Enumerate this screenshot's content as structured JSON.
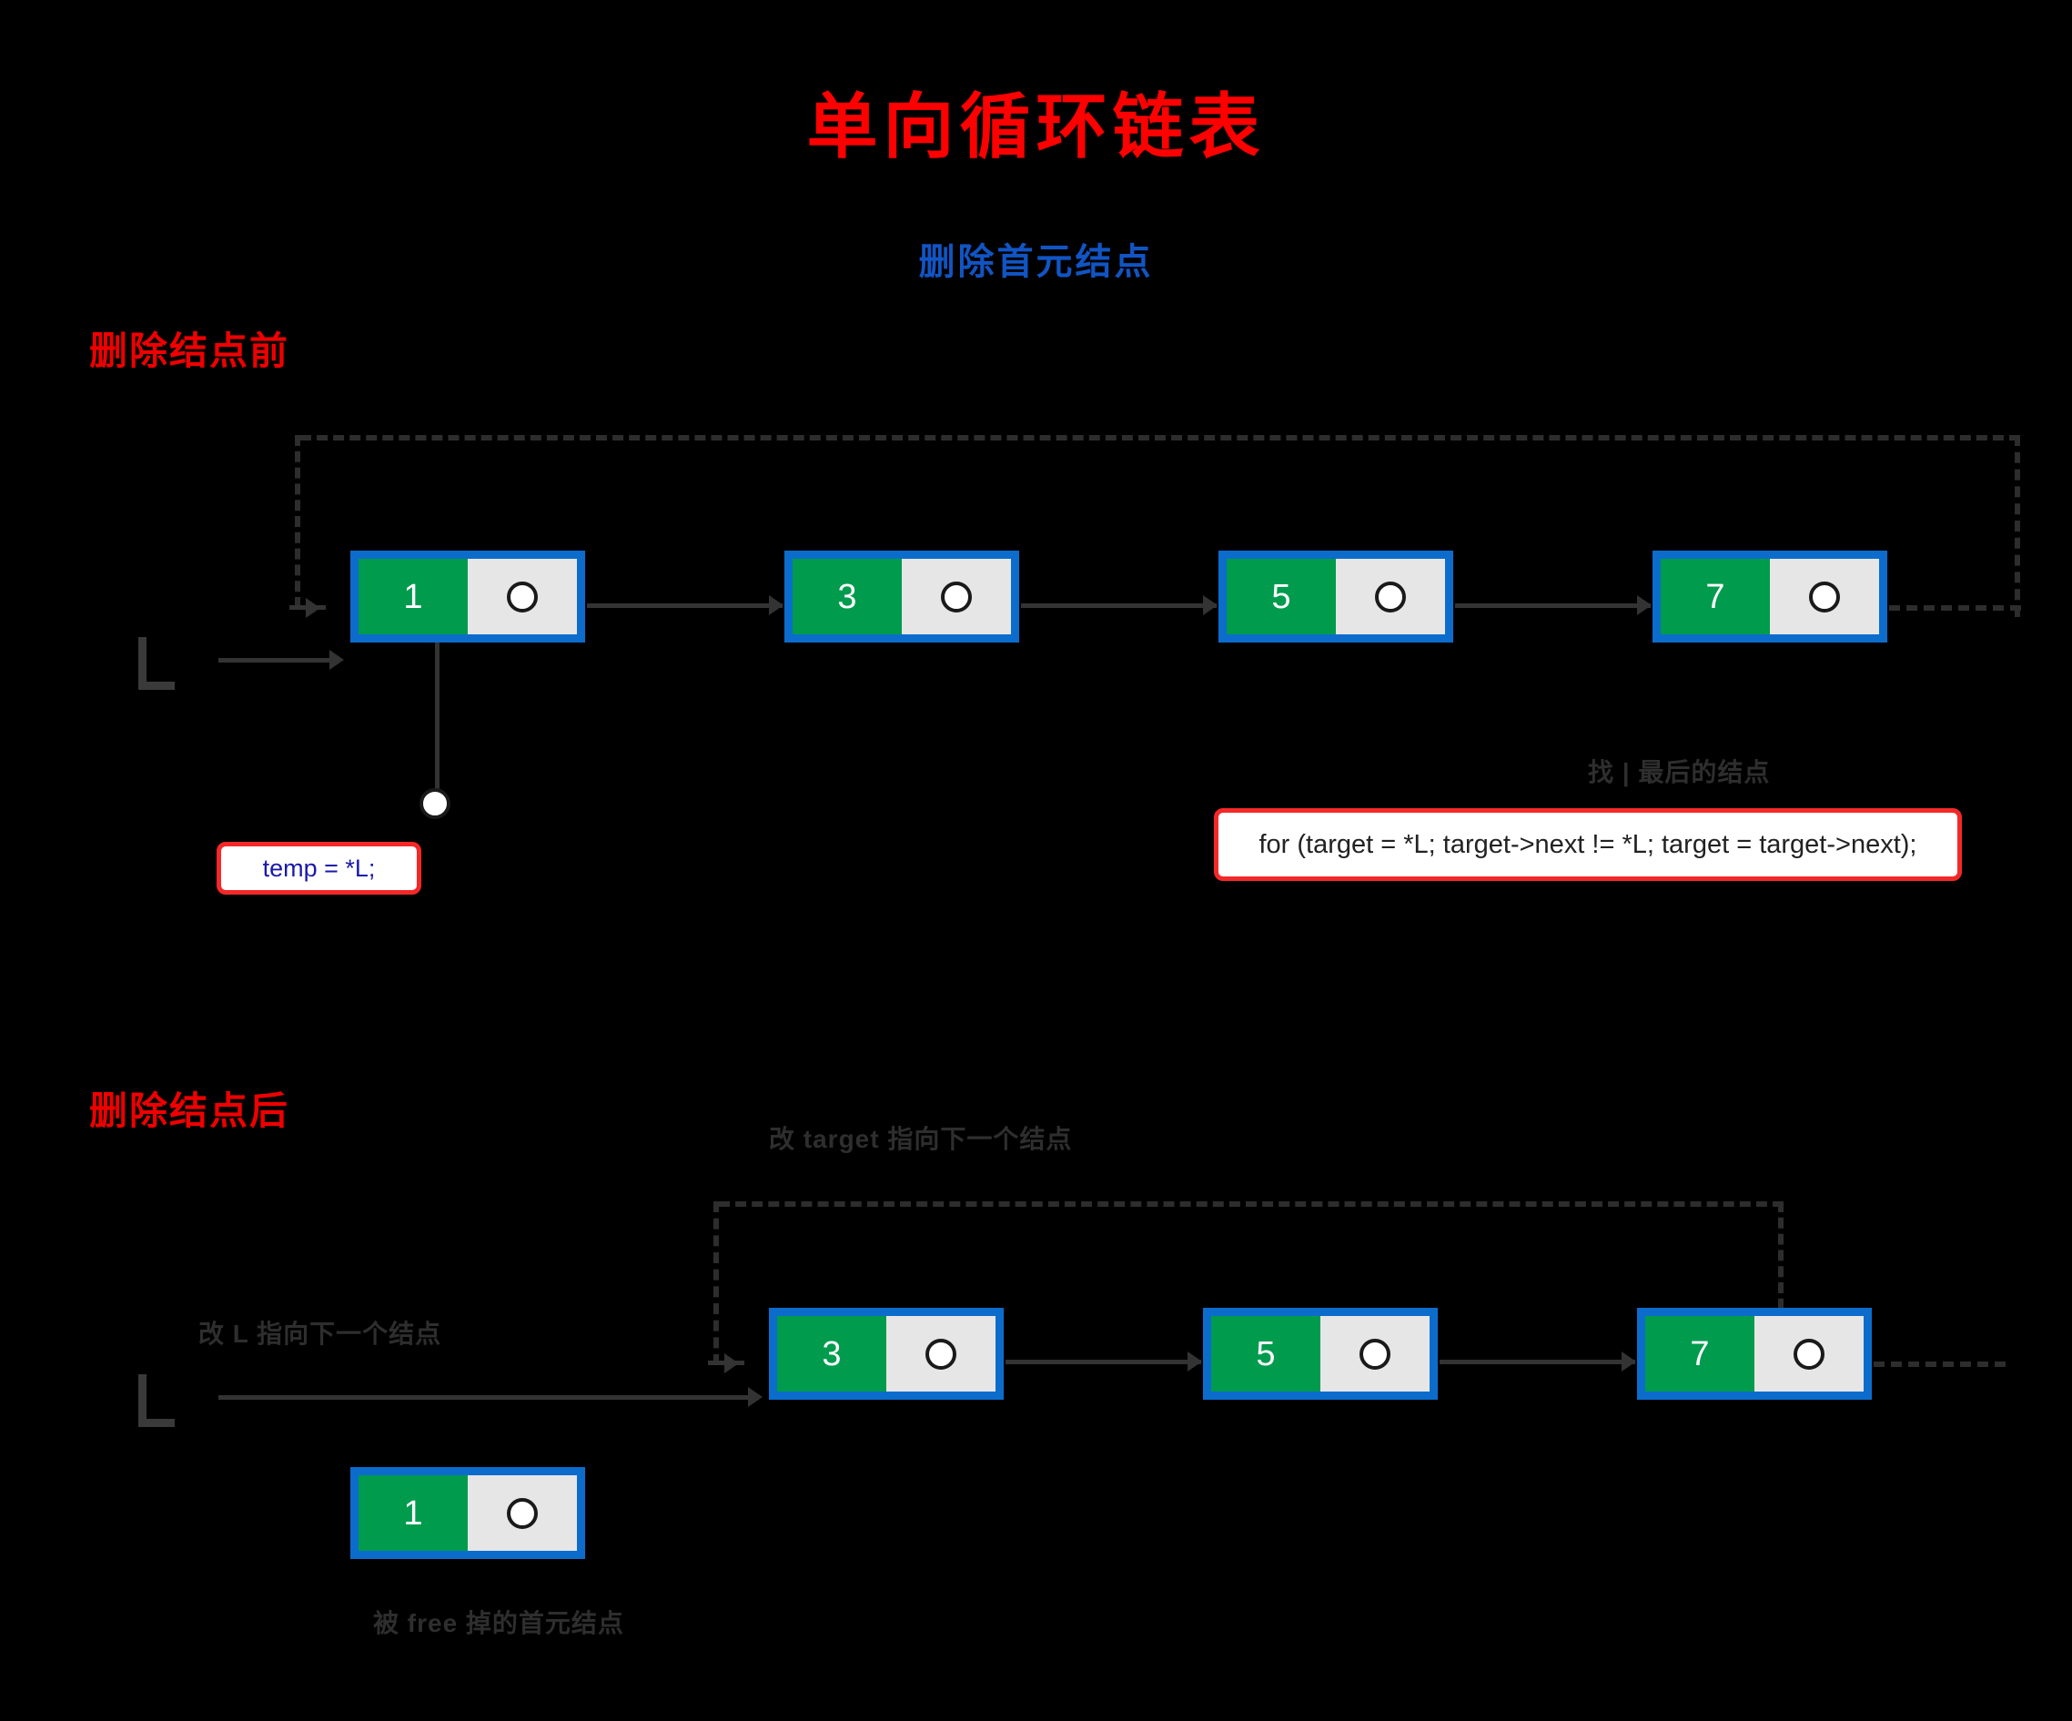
{
  "page": {
    "title": "单向循环链表",
    "subtitle": "删除首元结点",
    "background_color": "#000000",
    "title_color": "#ff0000",
    "subtitle_color": "#1155c4"
  },
  "palette": {
    "node_border": "#0c6ccc",
    "node_data": "#009b4d",
    "node_next": "#e6e6e6",
    "connector": "#333333",
    "dashed": "#2d2d2d",
    "code_border": "#f42828",
    "code_text": "#1a1aa8"
  },
  "before": {
    "label": "删除结点前",
    "pointer_label": "L",
    "nodes": [
      {
        "value": "1"
      },
      {
        "value": "3"
      },
      {
        "value": "5"
      },
      {
        "value": "7"
      }
    ],
    "temp_note": "temp = *L;",
    "tail_note": "找 | 最后的结点",
    "tail_code": "for (target = *L; target->next != *L; target = target->next);"
  },
  "after": {
    "label": "删除结点后",
    "pointer_label": "L",
    "target_note": "改 target 指向下一个结点",
    "head_note": "改 L 指向下一个结点",
    "nodes": [
      {
        "value": "3"
      },
      {
        "value": "5"
      },
      {
        "value": "7"
      }
    ],
    "removed": {
      "value": "1",
      "caption": "被 free 掉的首元结点"
    }
  }
}
